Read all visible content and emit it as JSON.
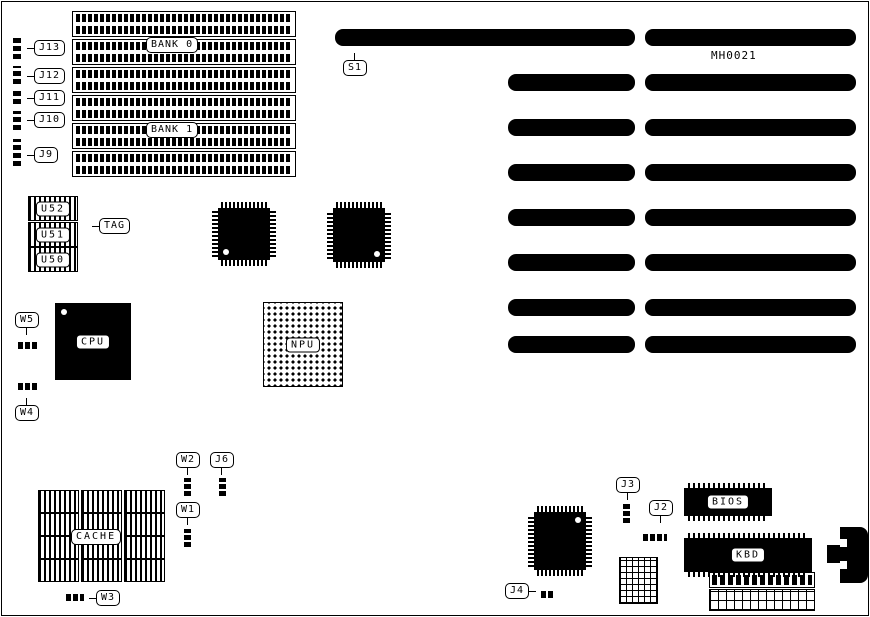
{
  "board": {
    "part_number": "MH0021"
  },
  "memory": {
    "bank0": "BANK 0",
    "bank1": "BANK 1"
  },
  "connectors": {
    "j13": "J13",
    "j12": "J12",
    "j11": "J11",
    "j10": "J10",
    "j9": "J9",
    "j6": "J6",
    "j4": "J4",
    "j3": "J3",
    "j2": "J2",
    "s1": "S1"
  },
  "jumpers": {
    "w5": "W5",
    "w4": "W4",
    "w3": "W3",
    "w2": "W2",
    "w1": "W1"
  },
  "chips": {
    "cpu": "CPU",
    "npu": "NPU",
    "cache": "CACHE",
    "bios": "BIOS",
    "kbd": "KBD",
    "tag": "TAG",
    "u52": "U52",
    "u51": "U51",
    "u50": "U50"
  },
  "colors": {
    "ink": "#000000",
    "paper": "#ffffff"
  }
}
